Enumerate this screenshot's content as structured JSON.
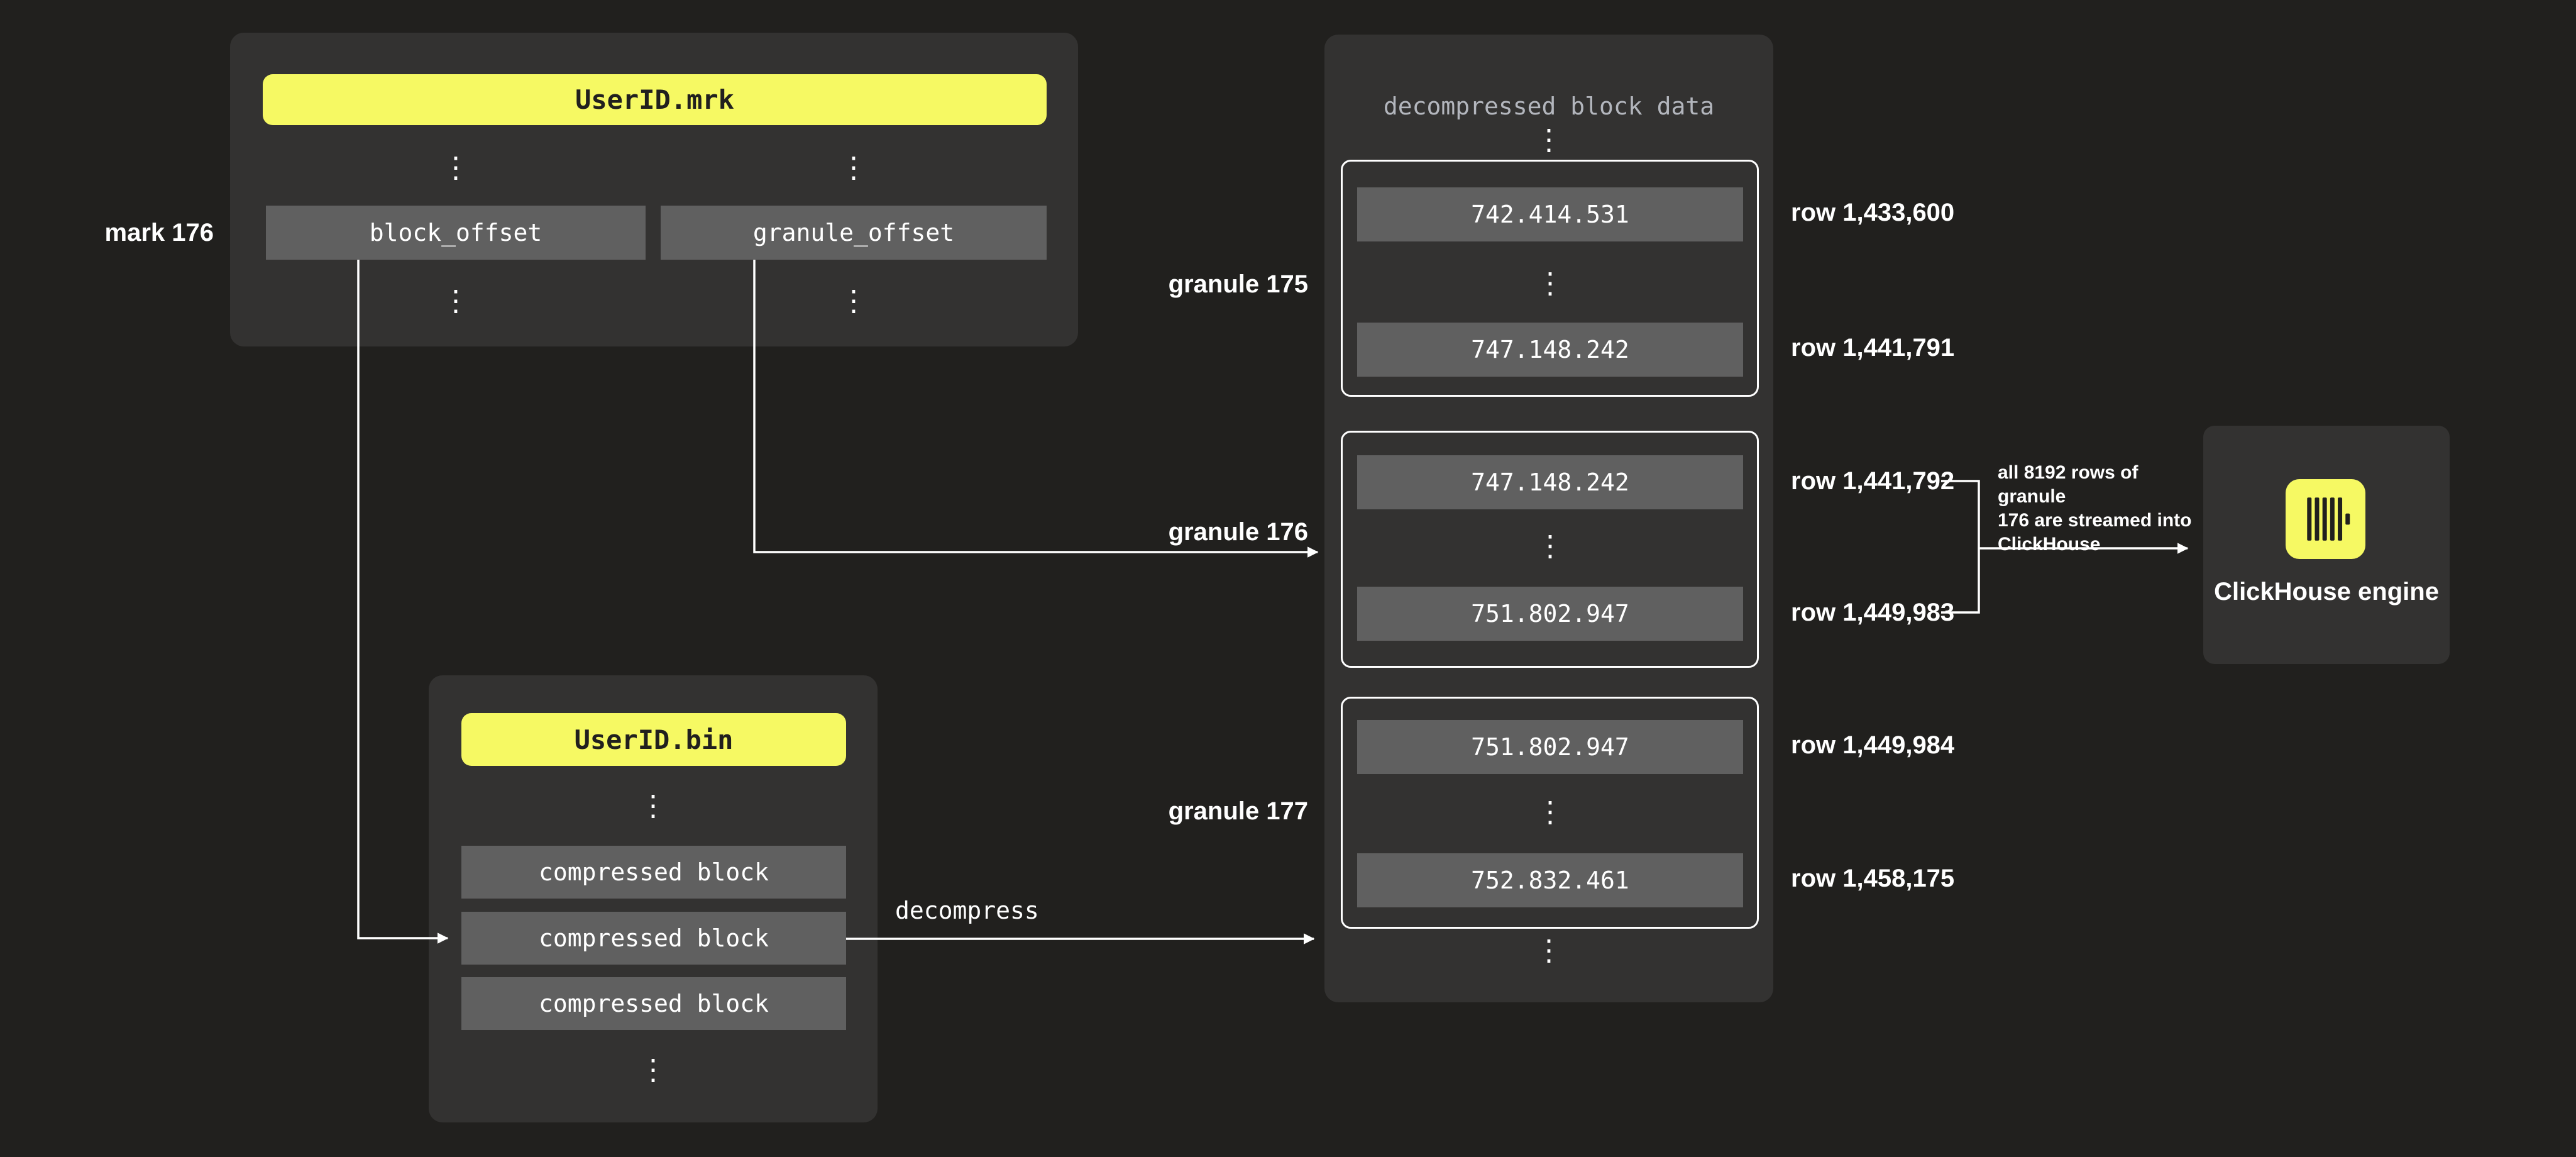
{
  "colors": {
    "background": "#21201e",
    "panel": "#333231",
    "box_gray": "#606060",
    "accent_yellow": "#f6f963",
    "text_light": "#ffffff",
    "text_dark": "#21201e",
    "muted_title": "#b3b6bd",
    "wire": "#ffffff"
  },
  "glyphs": {
    "vertical_ellipsis": "⋮",
    "clickhouse_logo": "clickhouse-bars"
  },
  "mark_label": "mark 176",
  "mrk_file": {
    "title": "UserID.mrk",
    "fields": [
      {
        "label": "block_offset"
      },
      {
        "label": "granule_offset"
      }
    ]
  },
  "bin_file": {
    "title": "UserID.bin",
    "blocks": [
      {
        "label": "compressed block"
      },
      {
        "label": "compressed block"
      },
      {
        "label": "compressed block"
      }
    ]
  },
  "decompress_label": "decompress",
  "decompressed_panel": {
    "title": "decompressed block data",
    "granules": [
      {
        "label": "granule 175",
        "first_value": "742.414.531",
        "last_value": "747.148.242",
        "first_row": "row 1,433,600",
        "last_row": "row 1,441,791"
      },
      {
        "label": "granule 176",
        "first_value": "747.148.242",
        "last_value": "751.802.947",
        "first_row": "row 1,441,792",
        "last_row": "row 1,449,983"
      },
      {
        "label": "granule 177",
        "first_value": "751.802.947",
        "last_value": "752.832.461",
        "first_row": "row 1,449,984",
        "last_row": "row 1,458,175"
      }
    ]
  },
  "annotation": {
    "lines": [
      "all 8192 rows of granule",
      "176 are streamed into",
      "ClickHouse"
    ]
  },
  "engine": {
    "label": "ClickHouse engine"
  }
}
